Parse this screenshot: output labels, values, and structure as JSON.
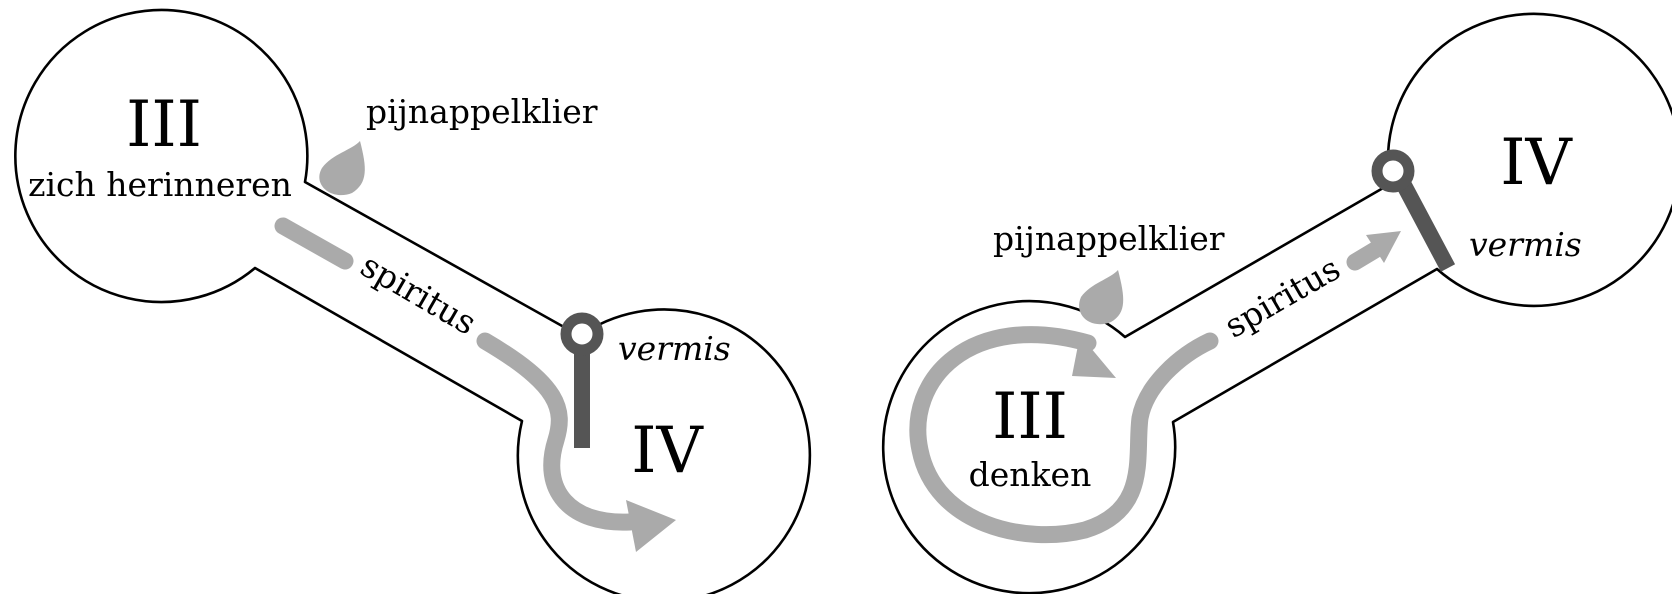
{
  "left_diagram": {
    "ventricle_large": {
      "numeral": "III",
      "caption": "zich herinneren"
    },
    "ventricle_small": {
      "numeral": "IV",
      "caption": "vermis"
    },
    "gland_label": "pijnappelklier",
    "flow_label": "spiritus"
  },
  "right_diagram": {
    "ventricle_large": {
      "numeral": "III",
      "caption": "denken"
    },
    "ventricle_small": {
      "numeral": "IV",
      "caption": "vermis"
    },
    "gland_label": "pijnappelklier",
    "flow_label": "spiritus"
  },
  "colors": {
    "outline": "#000000",
    "flow": "#aaaaaa",
    "vermis": "#555555",
    "background": "#ffffff"
  }
}
